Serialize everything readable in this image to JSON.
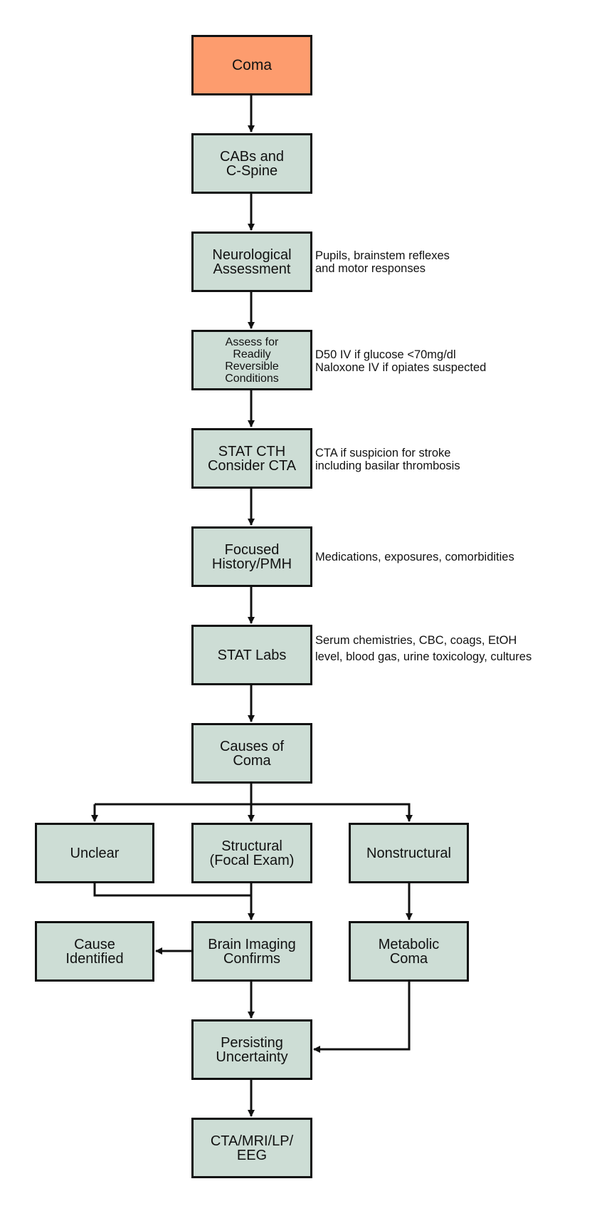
{
  "diagram": {
    "title": "Coma evaluation flowchart",
    "colors": {
      "start_fill": "#fd9c6e",
      "step_fill": "#cdddd5",
      "stroke": "#111111"
    },
    "nodes": {
      "coma": "Coma",
      "cabs": "CABs and\nC-Spine",
      "neuro": "Neurological\nAssessment",
      "reversible": "Assess for\nReadily\nReversible\nConditions",
      "cth": "STAT CTH\nConsider CTA",
      "history": "Focused\nHistory/PMH",
      "labs": "STAT Labs",
      "causes": "Causes of\nComa",
      "unclear": "Unclear",
      "structural": "Structural\n(Focal Exam)",
      "nonstructural": "Nonstructural",
      "cause_identified": "Cause\nIdentified",
      "brain_imaging": "Brain Imaging\nConfirms",
      "metabolic": "Metabolic\nComa",
      "persisting": "Persisting\nUncertainty",
      "advanced_tests": "CTA/MRI/LP/\nEEG"
    },
    "notes": {
      "neuro": "Pupils, brainstem reflexes\nand motor responses",
      "reversible": "D50 IV if glucose <70mg/dl\nNaloxone IV if opiates suspected",
      "cth": "CTA if suspicion for stroke\nincluding basilar thrombosis",
      "history": "Medications, exposures, comorbidities",
      "labs": "Serum chemistries, CBC, coags, EtOH\nlevel, blood gas, urine toxicology,  cultures"
    },
    "edges": [
      [
        "coma",
        "cabs"
      ],
      [
        "cabs",
        "neuro"
      ],
      [
        "neuro",
        "reversible"
      ],
      [
        "reversible",
        "cth"
      ],
      [
        "cth",
        "history"
      ],
      [
        "history",
        "labs"
      ],
      [
        "labs",
        "causes"
      ],
      [
        "causes",
        "unclear"
      ],
      [
        "causes",
        "structural"
      ],
      [
        "causes",
        "nonstructural"
      ],
      [
        "unclear",
        "brain_imaging"
      ],
      [
        "structural",
        "brain_imaging"
      ],
      [
        "brain_imaging",
        "cause_identified"
      ],
      [
        "brain_imaging",
        "persisting"
      ],
      [
        "nonstructural",
        "metabolic"
      ],
      [
        "metabolic",
        "persisting"
      ],
      [
        "persisting",
        "advanced_tests"
      ]
    ]
  }
}
